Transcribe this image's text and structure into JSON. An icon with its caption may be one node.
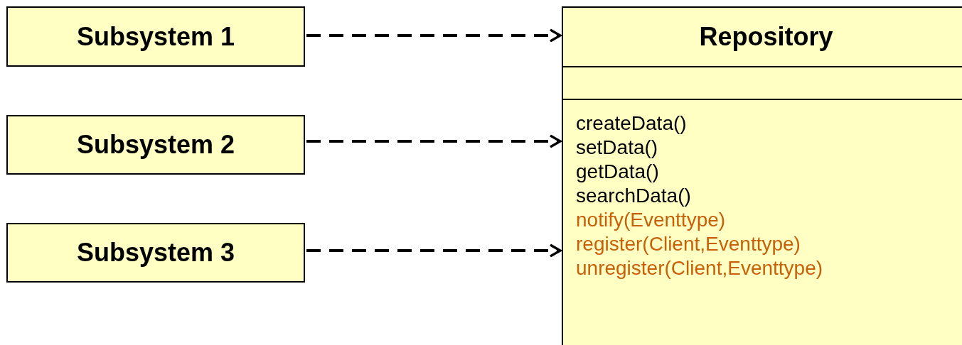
{
  "diagram": {
    "nodes": [
      {
        "text": [
          "Subsystem 1"
        ]
      },
      {
        "text": [
          "Subsystem 2"
        ]
      },
      {
        "text": [
          "Subsystem 3"
        ]
      },
      {
        "text": [
          "Repository",
          "createData()",
          "setData()",
          "getData()",
          "searchData()",
          "notify(Eventtype)",
          "register(Client,Eventtype)",
          "unregister(Client,Eventtype)"
        ]
      }
    ],
    "edges": [
      {
        "from": 0,
        "to": 3,
        "arrow": "to",
        "style": "dashed"
      },
      {
        "from": 1,
        "to": 3,
        "arrow": "to",
        "style": "dashed"
      },
      {
        "from": 2,
        "to": 3,
        "arrow": "to",
        "style": "dashed"
      }
    ]
  }
}
